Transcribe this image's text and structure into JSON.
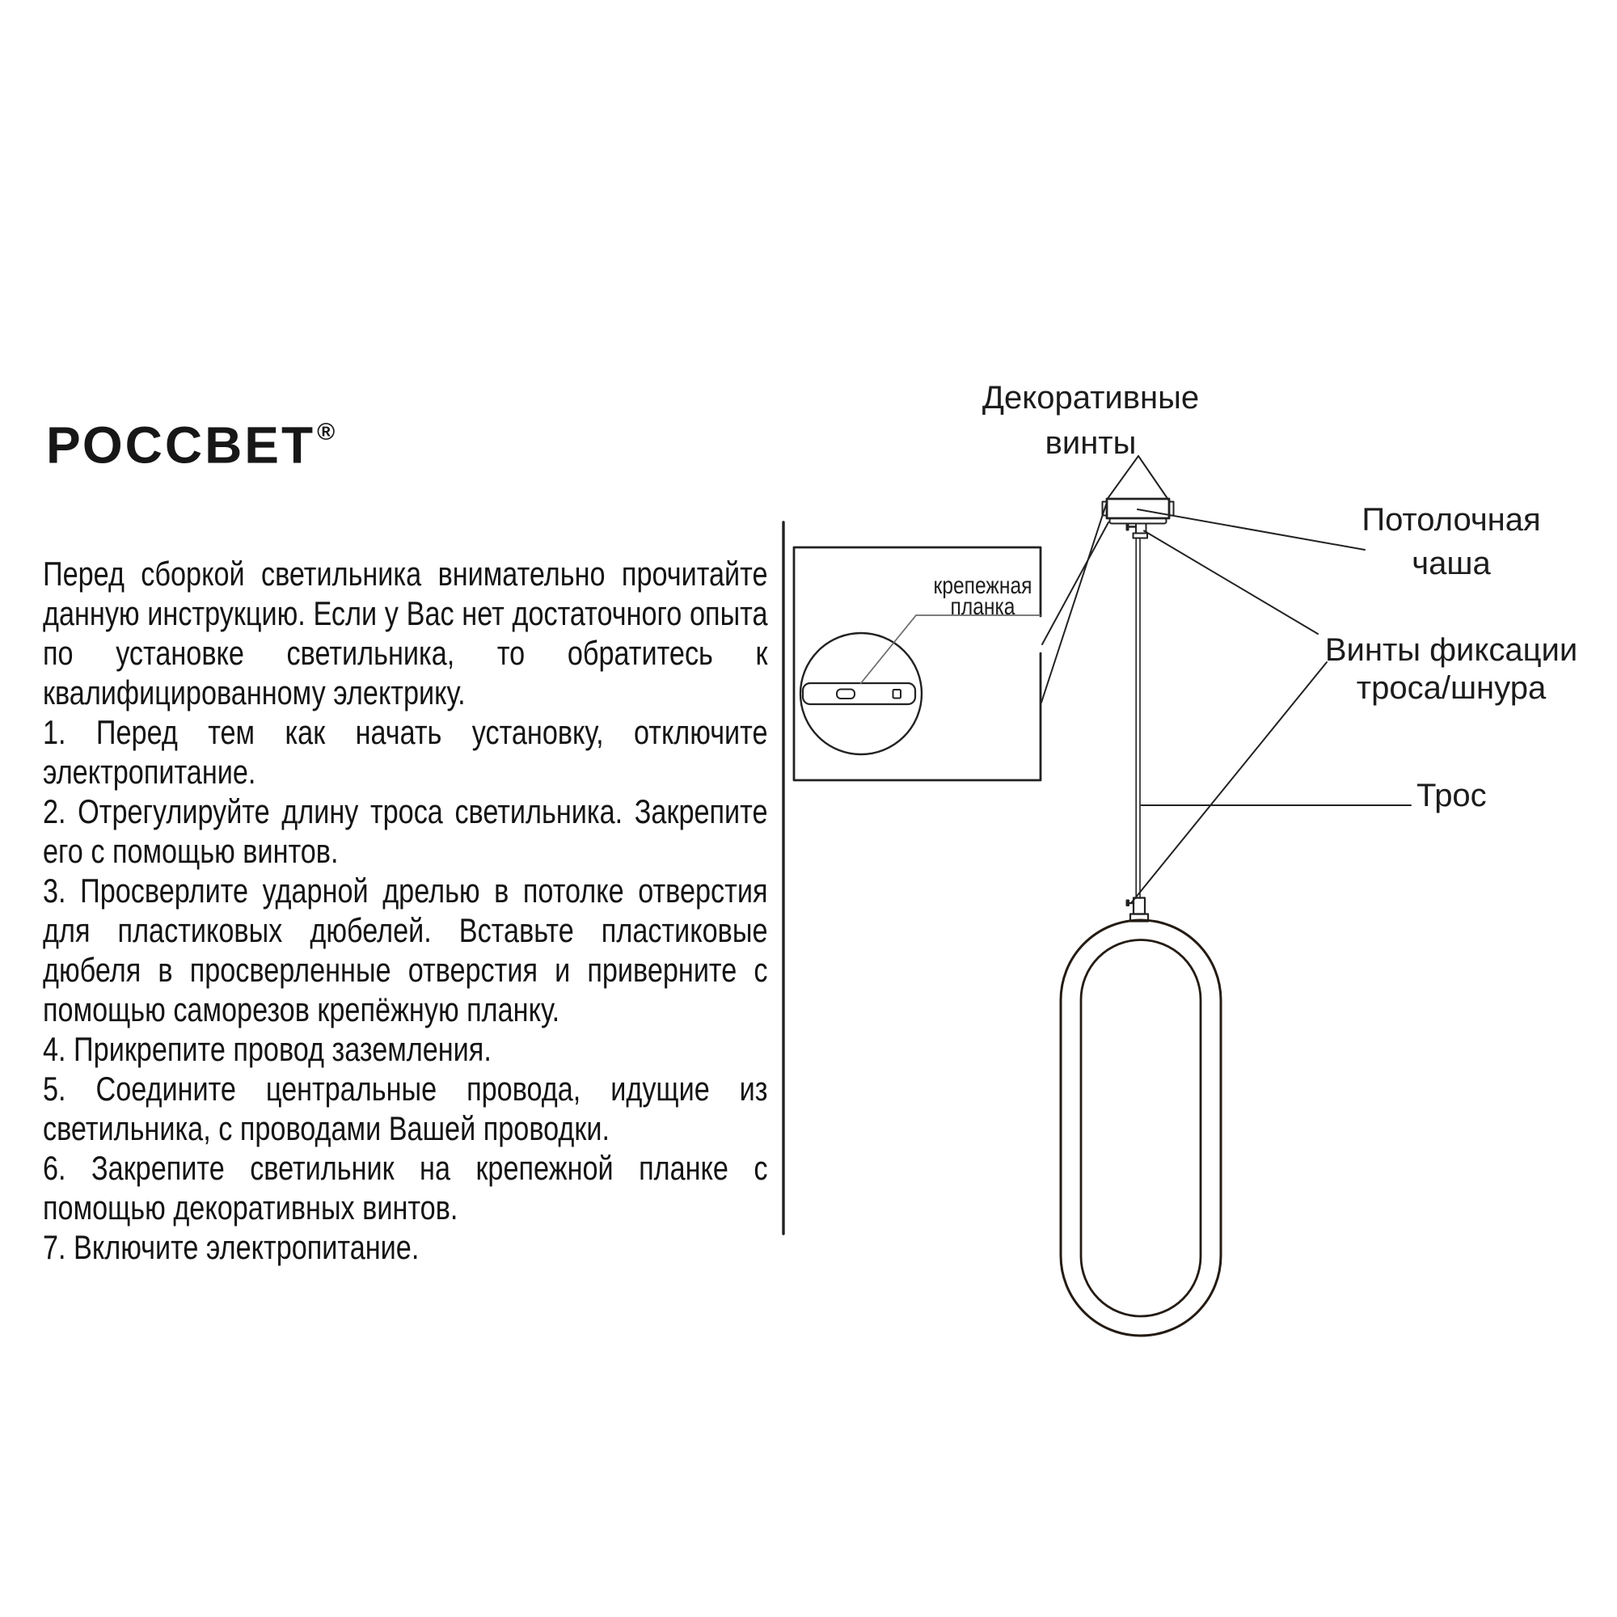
{
  "colors": {
    "ink": "#1a1a1a",
    "line": "#222222",
    "ring": "#241b13",
    "leader": "#6b6b6b",
    "bg": "#ffffff"
  },
  "logo": {
    "text": "РОССВЕТ",
    "registered": "®"
  },
  "instructions": {
    "lines": [
      {
        "text": "Перед сборкой светильника внимательно прочитайте",
        "just": true
      },
      {
        "text": "данную инструкцию. Если у Вас нет достаточного опыта",
        "just": true
      },
      {
        "text": "по установке светильника, то обратитесь к",
        "just": true
      },
      {
        "text": "квалифицированному электрику.",
        "just": false
      },
      {
        "text": "1. Перед тем как начать установку, отключите",
        "just": true
      },
      {
        "text": "электропитание.",
        "just": false
      },
      {
        "text": "2. Отрегулируйте длину троса светильника.  Закрепите",
        "just": true
      },
      {
        "text": "его с помощью винтов.",
        "just": false
      },
      {
        "text": "3. Просверлите ударной дрелью в потолке отверстия",
        "just": true
      },
      {
        "text": "для пластиковых дюбелей. Вставьте пластиковые",
        "just": true
      },
      {
        "text": "дюбеля в просверленные отверстия и приверните с",
        "just": true
      },
      {
        "text": "помощью саморезов крепёжную планку.",
        "just": false
      },
      {
        "text": "4. Прикрепите провод заземления.",
        "just": false
      },
      {
        "text": "5. Соедините центральные провода, идущие из",
        "just": true
      },
      {
        "text": "светильника, с проводами Вашей проводки.",
        "just": false
      },
      {
        "text": "6. Закрепите светильник на крепежной планке с",
        "just": true
      },
      {
        "text": "помощью декоративных винтов.",
        "just": false
      },
      {
        "text": "7. Включите электропитание.",
        "just": false
      }
    ]
  },
  "diagram": {
    "labels": {
      "decorative_screws": [
        "Декоративные",
        "винты"
      ],
      "ceiling_cup": [
        "Потолочная",
        "чаша"
      ],
      "fixing_screws": [
        "Винты фиксации",
        "троса/шнура"
      ],
      "cable": "Трос",
      "mounting_plate": [
        "крепежная",
        "планка"
      ]
    }
  }
}
